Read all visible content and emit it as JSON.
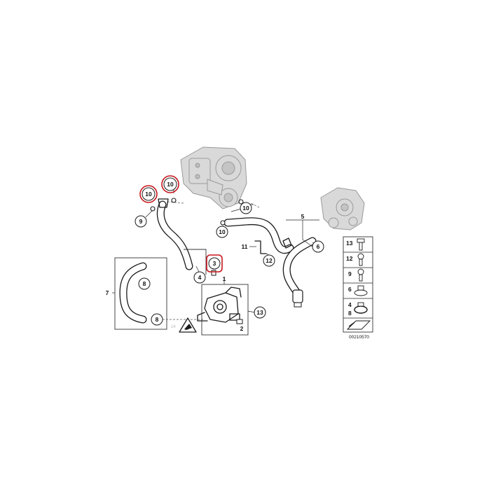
{
  "diagram_code": "00210570",
  "callouts": {
    "c1": "1",
    "c2": "2",
    "c3": "3",
    "c4": "4",
    "c5": "5",
    "c6": "6",
    "c7": "7",
    "c8a": "8",
    "c8b": "8",
    "c9": "9",
    "c10_top_left": "10",
    "c10_top_right": "10",
    "c10_turbo": "10",
    "c10_mid": "10",
    "c11": "11",
    "c12": "12",
    "c13": "13",
    "c14": "14"
  },
  "legend": {
    "items": [
      "13",
      "12",
      "9",
      "6",
      "4",
      "8"
    ]
  },
  "highlight_color": "#c8161d"
}
